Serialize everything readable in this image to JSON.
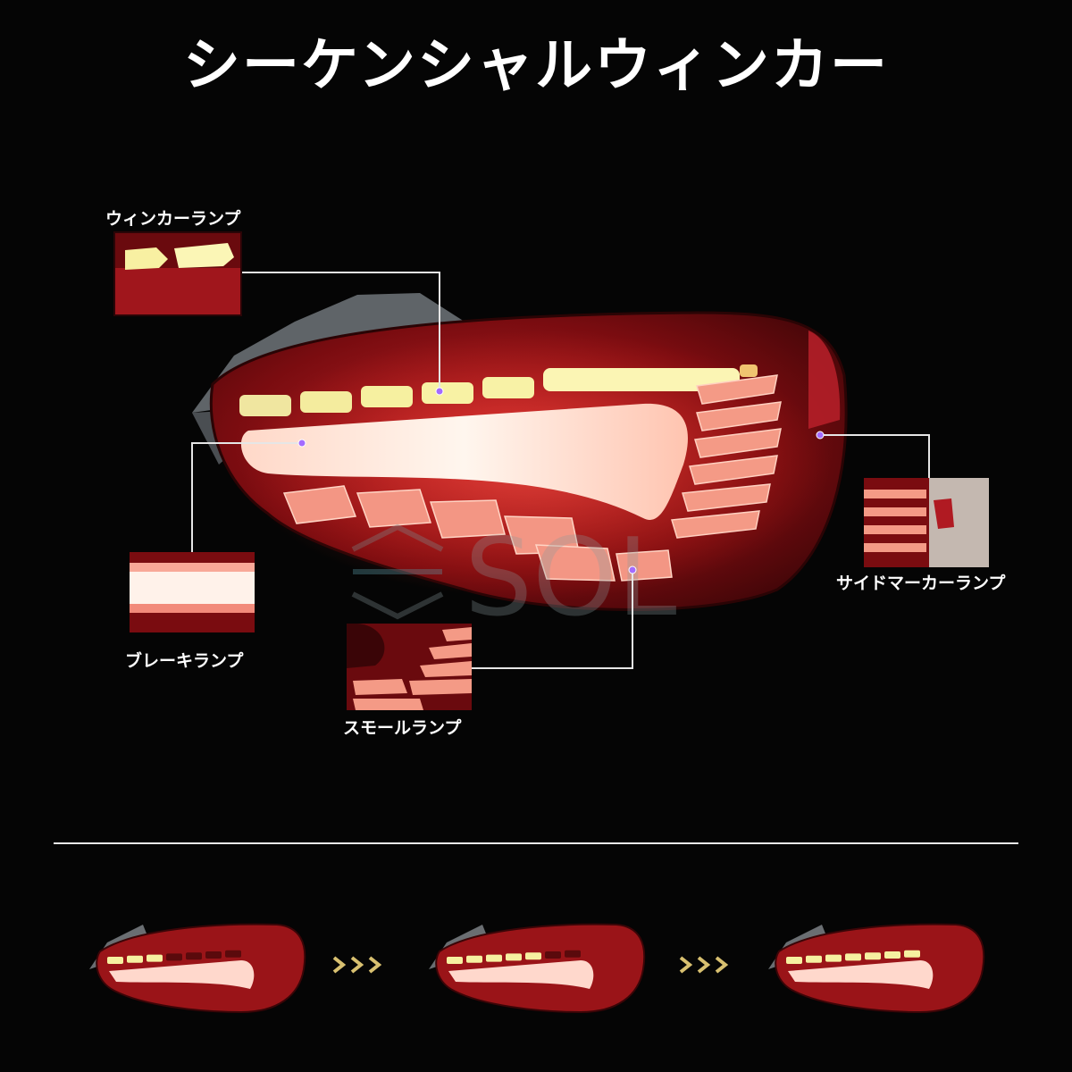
{
  "title": "シーケンシャルウィンカー",
  "callouts": {
    "winker": "ウィンカーランプ",
    "brake": "ブレーキランプ",
    "small": "スモールランプ",
    "side": "サイドマーカーランプ"
  },
  "watermark": "SOL",
  "sequence": {
    "steps": [
      {
        "lit_segments": 3
      },
      {
        "lit_segments": 5
      },
      {
        "lit_segments": 7
      }
    ]
  },
  "colors": {
    "background": "#050505",
    "lens_red": "#8a0f12",
    "amber": "#f6f0a0",
    "marker_dot": "#a46bff",
    "arrow_gold": "#d8c070"
  }
}
